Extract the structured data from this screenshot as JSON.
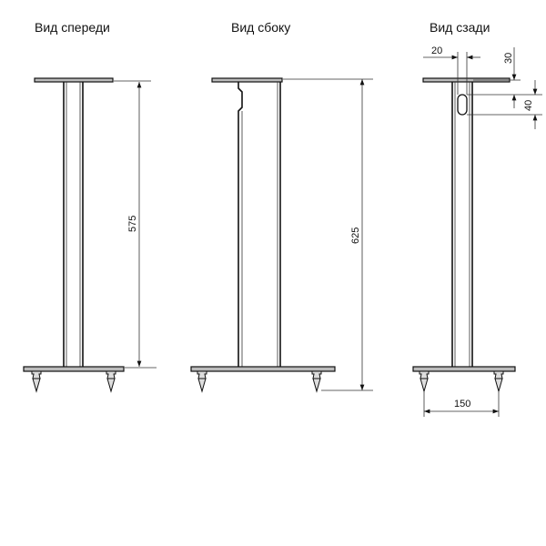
{
  "views": {
    "front": {
      "title": "Вид спереди",
      "height_dim": "575"
    },
    "side": {
      "title": "Вид сбоку",
      "height_dim": "625"
    },
    "back": {
      "title": "Вид сзади",
      "width_dim_top": "20",
      "offset_dim": "30",
      "slot_dim": "40",
      "spike_spacing_dim": "150"
    }
  }
}
